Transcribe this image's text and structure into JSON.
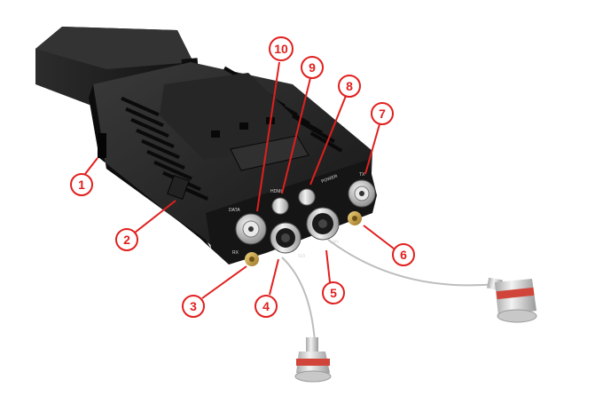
{
  "colors": {
    "callout": "#e0201e",
    "device_body": "#1b1b1b",
    "device_dark": "#0d0d0d",
    "connector_gold": "#c9a24a",
    "cap_silver": "#d8d8d8",
    "cap_ring": "#d0443a"
  },
  "panel_labels": {
    "power": "POWER",
    "hdmi": "HDMI",
    "data": "DATA",
    "rx": "RX",
    "tx": "TX",
    "sdi": "SDI",
    "lan": "LAN"
  },
  "callouts": [
    {
      "id": "1",
      "label": "1"
    },
    {
      "id": "2",
      "label": "2"
    },
    {
      "id": "3",
      "label": "3"
    },
    {
      "id": "4",
      "label": "4"
    },
    {
      "id": "5",
      "label": "5"
    },
    {
      "id": "6",
      "label": "6"
    },
    {
      "id": "7",
      "label": "7"
    },
    {
      "id": "8",
      "label": "8"
    },
    {
      "id": "9",
      "label": "9"
    },
    {
      "id": "10",
      "label": "10"
    }
  ]
}
